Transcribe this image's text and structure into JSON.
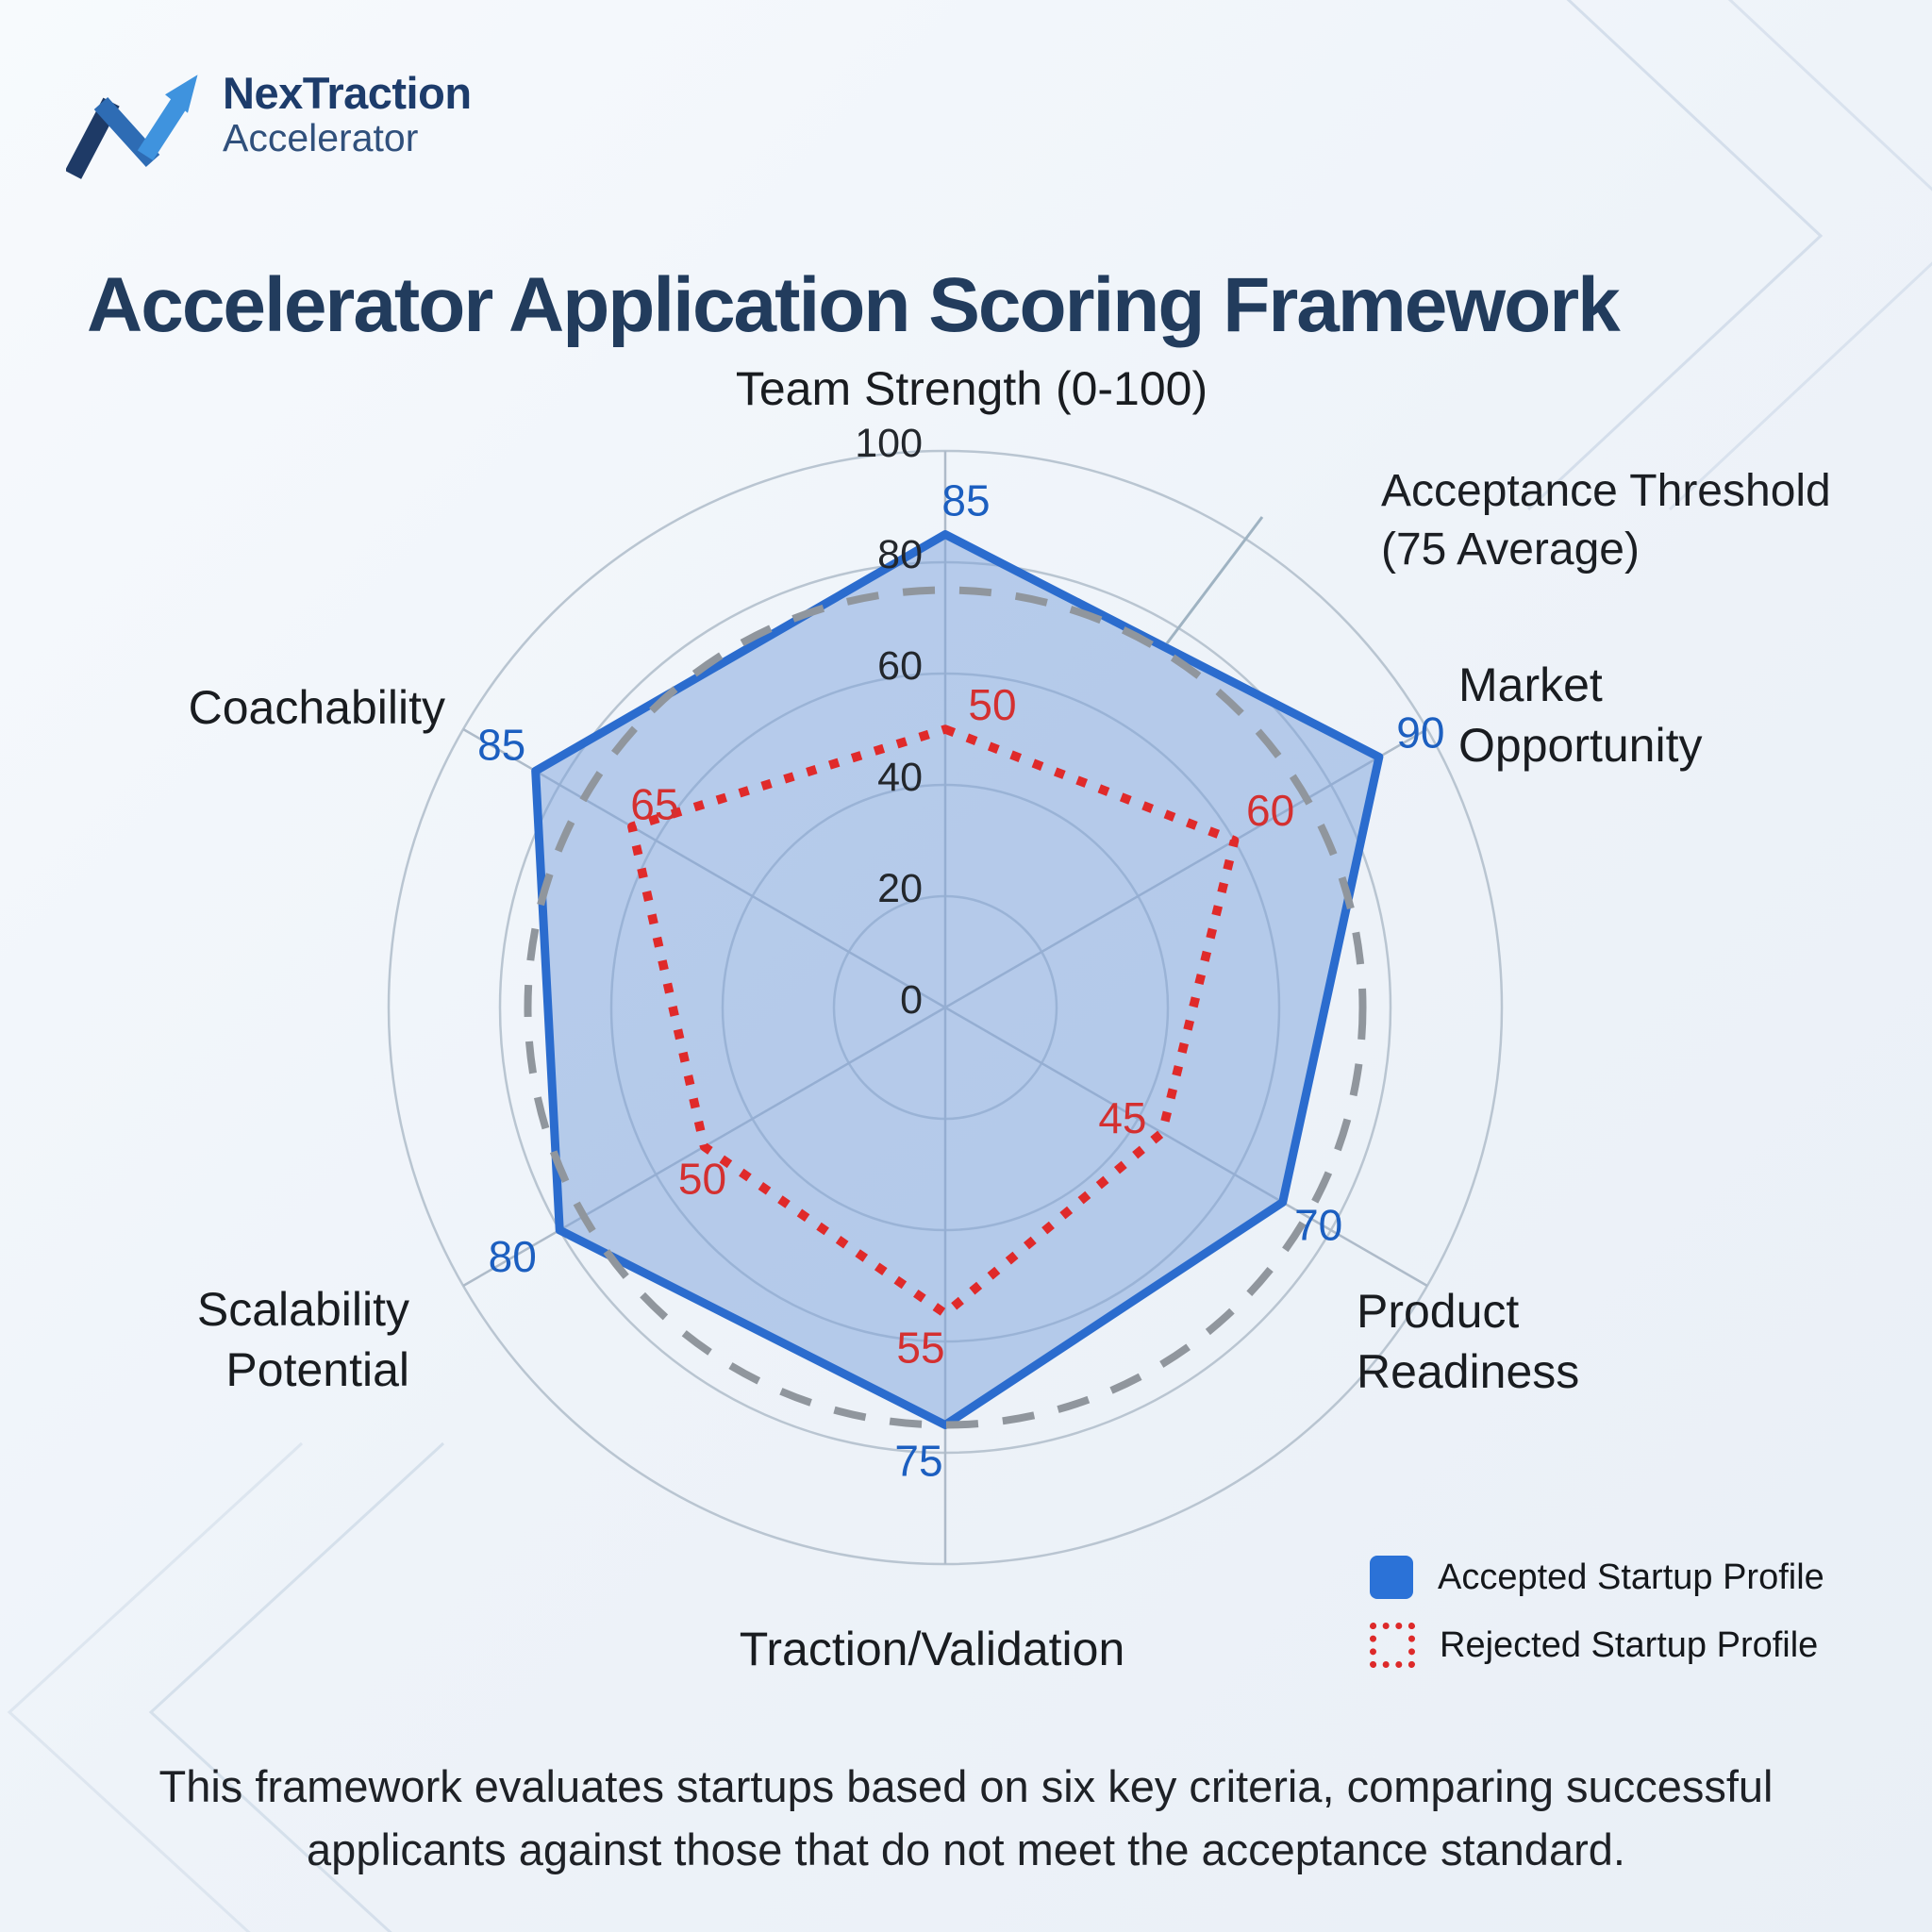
{
  "brand": {
    "name": "NexTraction",
    "tagline": "Accelerator"
  },
  "title": "Accelerator Application Scoring Framework",
  "annotation": {
    "line1": "Acceptance Threshold",
    "line2": "(75 Average)"
  },
  "chart_data": {
    "type": "radar",
    "axes": [
      "Team Strength (0-100)",
      "Market Opportunity",
      "Product Readiness",
      "Traction/Validation",
      "Scalability Potential",
      "Coachability"
    ],
    "series": [
      {
        "name": "Accepted Startup Profile",
        "values": [
          85,
          90,
          70,
          75,
          80,
          85
        ],
        "color": "#2b6cce",
        "fill": "rgba(124,162,219,0.5)",
        "style": "solid-filled"
      },
      {
        "name": "Rejected Startup Profile",
        "values": [
          50,
          60,
          45,
          55,
          50,
          65
        ],
        "color": "#e02a2a",
        "fill": "none",
        "style": "dotted"
      }
    ],
    "threshold": {
      "value": 75,
      "color": "#90969d",
      "style": "dashed"
    },
    "scale": {
      "min": 0,
      "max": 100,
      "ticks": [
        0,
        20,
        40,
        60,
        80,
        100
      ]
    },
    "grid": "circular-rings-and-spokes",
    "legend_position": "bottom-right",
    "value_label_colors": {
      "accepted": "#1c5fc0",
      "rejected": "#d43030"
    },
    "tick_label_color": "#23272c",
    "axis_label_color": "#191c20"
  },
  "legend": [
    {
      "label": "Accepted Startup Profile",
      "swatch": "blue-filled-square"
    },
    {
      "label": "Rejected Startup Profile",
      "swatch": "red-dotted-square"
    }
  ],
  "footer": {
    "line1": "This framework evaluates startups based on six key criteria, comparing successful",
    "line2": "applicants against those that do not meet the acceptance standard."
  },
  "colors": {
    "accent_blue": "#2b6cce",
    "accent_red": "#e02a2a",
    "threshold_gray": "#90969d",
    "title_navy": "#223c5d",
    "grid_line": "#b9c5d1",
    "background": "#eef3f9"
  }
}
